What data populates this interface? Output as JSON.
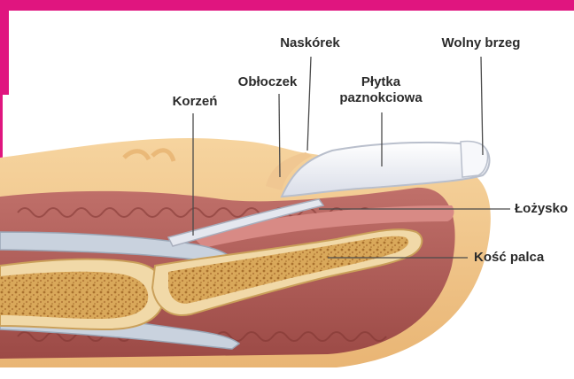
{
  "labels": {
    "naskorek": "Naskórek",
    "wolny_brzeg": "Wolny brzeg",
    "obloczek": "Obłoczek",
    "plytka": "Płytka\npaznokciowa",
    "plytka_line1": "Płytka",
    "plytka_line2": "paznokciowa",
    "korzen": "Korzeń",
    "lozysko": "Łożysko",
    "kosc_palca": "Kość palca"
  },
  "colors": {
    "frame_accent": "#e0157f",
    "skin": "#f1c48a",
    "skin_light": "#f7dcae",
    "dermis": "#b5605a",
    "dermis_dark": "#8f3f3c",
    "nail": "#eef0f6",
    "bone": "#d9a85a",
    "bone_dark": "#a9712e",
    "tendon": "#c9d2de"
  }
}
